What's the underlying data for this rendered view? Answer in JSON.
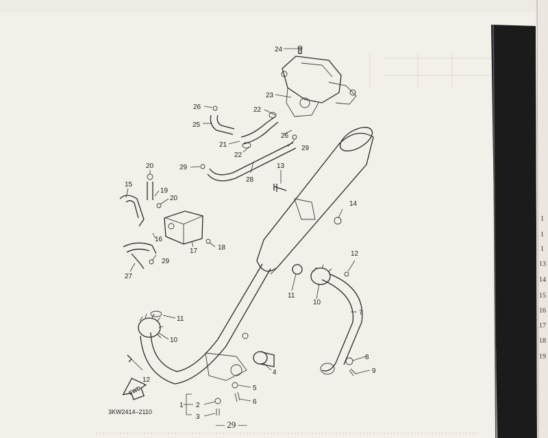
{
  "page": {
    "number_text": "— 29 —",
    "figure_code": "3KW2414–2110",
    "direction_label": "FWD"
  },
  "callouts": [
    "24",
    "23",
    "22",
    "26",
    "25",
    "21",
    "22",
    "26",
    "29",
    "29",
    "28",
    "13",
    "14",
    "20",
    "15",
    "19",
    "20",
    "16",
    "17",
    "18",
    "27",
    "29",
    "12",
    "11",
    "10",
    "7",
    "11",
    "10",
    "12",
    "8",
    "9",
    "4",
    "5",
    "6",
    "1",
    "2",
    "3"
  ],
  "right_page_rows": [
    "1",
    "1",
    "1",
    "13",
    "14",
    "15",
    "16",
    "17",
    "18",
    "19"
  ],
  "colors": {
    "paper": "#f3efe9",
    "ink": "#2a2a2a",
    "dark_edge": "#1b1b1b"
  }
}
